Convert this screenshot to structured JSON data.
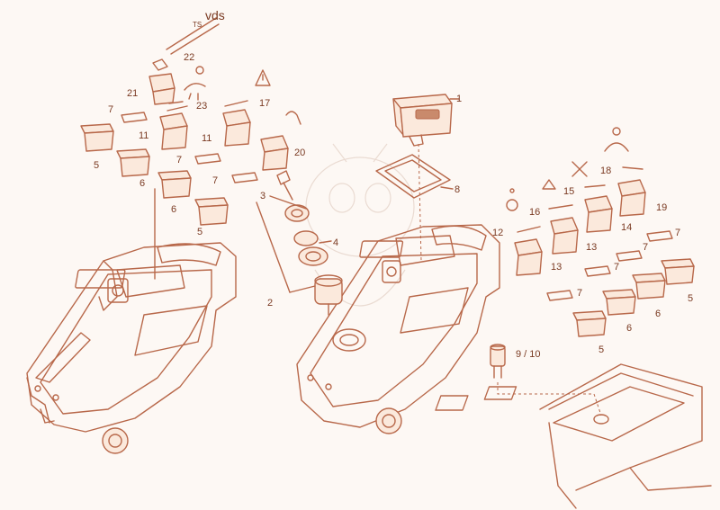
{
  "watermark_text": "vds",
  "watermark_prefix": "TS",
  "colors": {
    "line": "#b8684a",
    "text": "#7a3a22",
    "background": "#fdf8f4"
  },
  "callouts": [
    {
      "id": "c1",
      "text": "1"
    },
    {
      "id": "c2",
      "text": "2"
    },
    {
      "id": "c3",
      "text": "3"
    },
    {
      "id": "c4",
      "text": "4"
    },
    {
      "id": "c5a",
      "text": "5"
    },
    {
      "id": "c5b",
      "text": "5"
    },
    {
      "id": "c5c",
      "text": "5"
    },
    {
      "id": "c5d",
      "text": "5"
    },
    {
      "id": "c6a",
      "text": "6"
    },
    {
      "id": "c6b",
      "text": "6"
    },
    {
      "id": "c6c",
      "text": "6"
    },
    {
      "id": "c6d",
      "text": "6"
    },
    {
      "id": "c7a",
      "text": "7"
    },
    {
      "id": "c7b",
      "text": "7"
    },
    {
      "id": "c7c",
      "text": "7"
    },
    {
      "id": "c7d",
      "text": "7"
    },
    {
      "id": "c7e",
      "text": "7"
    },
    {
      "id": "c7f",
      "text": "7"
    },
    {
      "id": "c7g",
      "text": "7"
    },
    {
      "id": "c8",
      "text": "8"
    },
    {
      "id": "c910",
      "text": "9 / 10"
    },
    {
      "id": "c11a",
      "text": "11"
    },
    {
      "id": "c11b",
      "text": "11"
    },
    {
      "id": "c12",
      "text": "12"
    },
    {
      "id": "c13a",
      "text": "13"
    },
    {
      "id": "c13b",
      "text": "13"
    },
    {
      "id": "c14",
      "text": "14"
    },
    {
      "id": "c15",
      "text": "15"
    },
    {
      "id": "c16",
      "text": "16"
    },
    {
      "id": "c17",
      "text": "17"
    },
    {
      "id": "c18",
      "text": "18"
    },
    {
      "id": "c19",
      "text": "19"
    },
    {
      "id": "c20",
      "text": "20"
    },
    {
      "id": "c21",
      "text": "21"
    },
    {
      "id": "c22",
      "text": "22"
    },
    {
      "id": "c23",
      "text": "23"
    }
  ]
}
